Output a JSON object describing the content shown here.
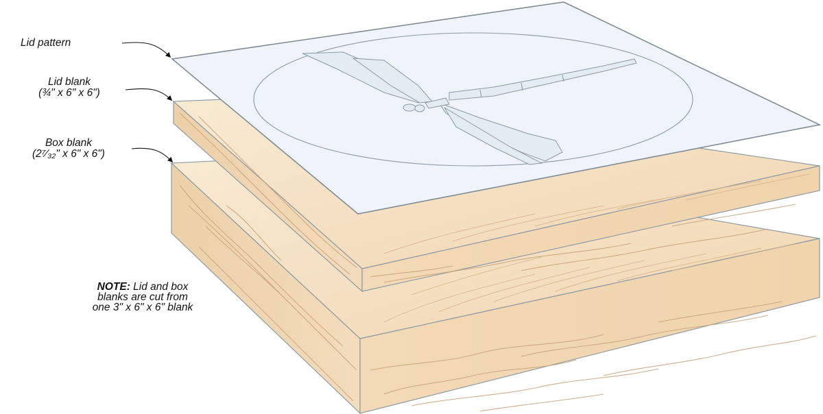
{
  "labels": {
    "lid_pattern": "Lid pattern",
    "lid_blank": "Lid blank",
    "lid_blank_dims": "(¾\" x 6\" x 6\")",
    "box_blank": "Box blank",
    "box_blank_dims": "(2⁷⁄₃₂\" x 6\" x 6\")"
  },
  "note": {
    "heading": "NOTE:",
    "line1_rest": " Lid and box",
    "line2": "blanks are cut from",
    "line3": "one 3\" x 6\" x 6\" blank"
  },
  "colors": {
    "wood_face": "#f2dcba",
    "wood_top": "#f6e6cc",
    "wood_grain": "#c9a57c",
    "pattern_sheet": "#eef4f9",
    "pattern_edge": "#7f8c95",
    "dragonfly_fill": "#e3ecf2"
  }
}
